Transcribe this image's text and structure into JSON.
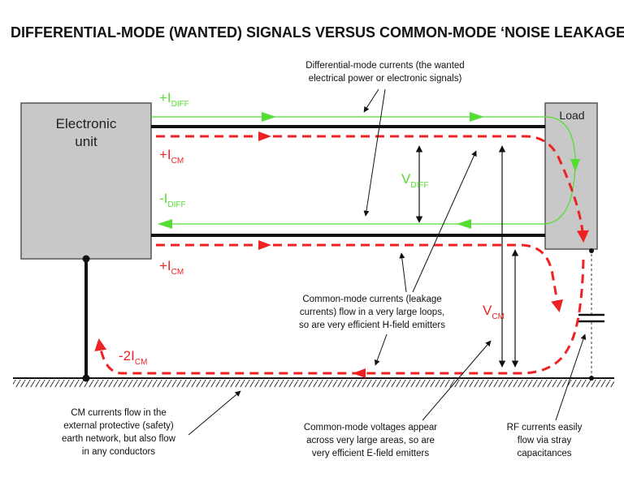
{
  "title": "DIFFERENTIAL-MODE (WANTED) SIGNALS VERSUS COMMON-MODE ‘NOISE LEAKAGE’",
  "boxes": {
    "electronic_unit": [
      "Electronic",
      "unit"
    ],
    "load": "Load"
  },
  "labels": {
    "i_diff_plus": {
      "main": "+I",
      "sub": "DIFF"
    },
    "i_diff_minus": {
      "main": "-I",
      "sub": "DIFF"
    },
    "i_cm_top": {
      "main": "+I",
      "sub": "CM"
    },
    "i_cm_bottom": {
      "main": "+I",
      "sub": "CM"
    },
    "v_diff": {
      "main": "V",
      "sub": "DIFF"
    },
    "v_cm": {
      "main": "V",
      "sub": "CM"
    },
    "two_i_cm": {
      "main": "-2I",
      "sub": "CM"
    }
  },
  "notes": {
    "diff_currents": [
      "Differential-mode currents (the wanted",
      "electrical power or electronic signals)"
    ],
    "cm_currents": [
      "Common-mode currents (leakage",
      "currents) flow in a very large loops,",
      "so are very efficient H-field emitters"
    ],
    "cm_earth": [
      "CM currents flow in the",
      "external protective (safety)",
      "earth network, but also flow",
      "in any conductors"
    ],
    "cm_voltages": [
      "Common-mode voltages appear",
      "across very large areas, so are",
      "very efficient E-field emitters"
    ],
    "rf_currents": [
      "RF currents easily",
      "flow via stray",
      "capacitances"
    ]
  },
  "colors": {
    "differential": "#55dd33",
    "common_mode": "#ee2222",
    "box_fill": "#c8c8c8",
    "conductor": "#111111"
  }
}
